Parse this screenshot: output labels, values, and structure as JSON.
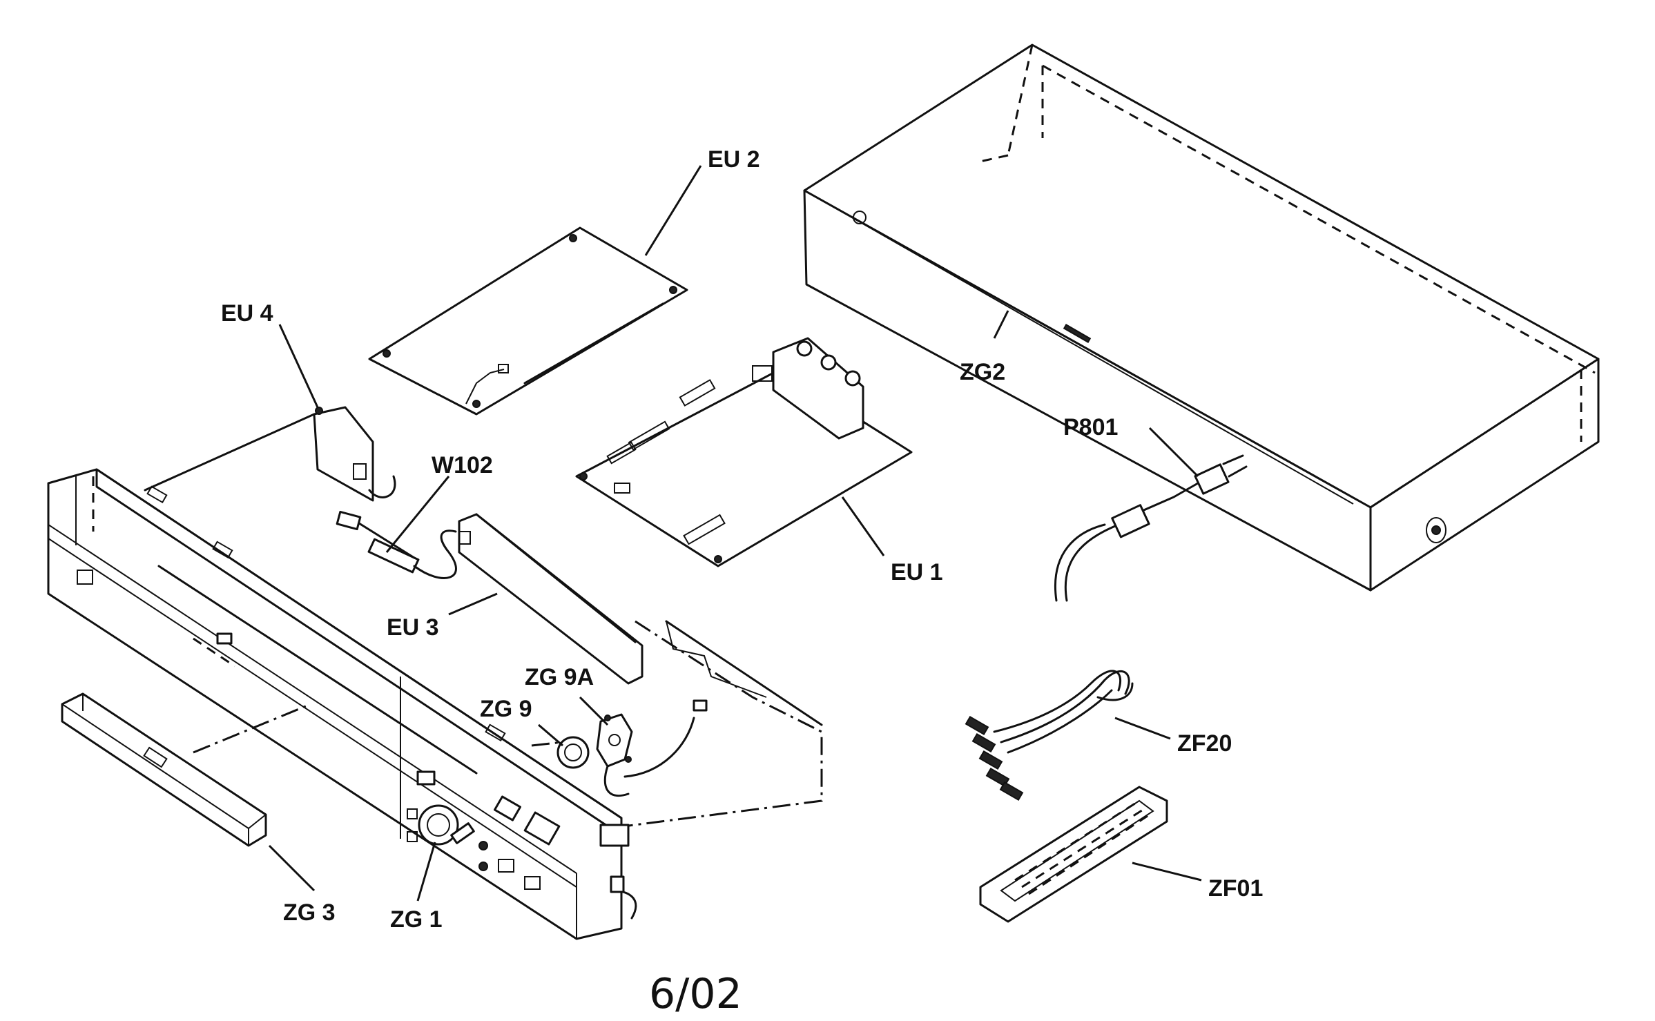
{
  "labels": {
    "eu2": "EU 2",
    "eu4": "EU 4",
    "w102": "W102",
    "eu1": "EU 1",
    "eu3": "EU 3",
    "zg2": "ZG2",
    "p801": "P801",
    "zg9a": "ZG 9A",
    "zg9": "ZG 9",
    "zf20": "ZF20",
    "zf01": "ZF01",
    "zg3": "ZG 3",
    "zg1": "ZG 1"
  },
  "footer": {
    "date": "6/02"
  }
}
